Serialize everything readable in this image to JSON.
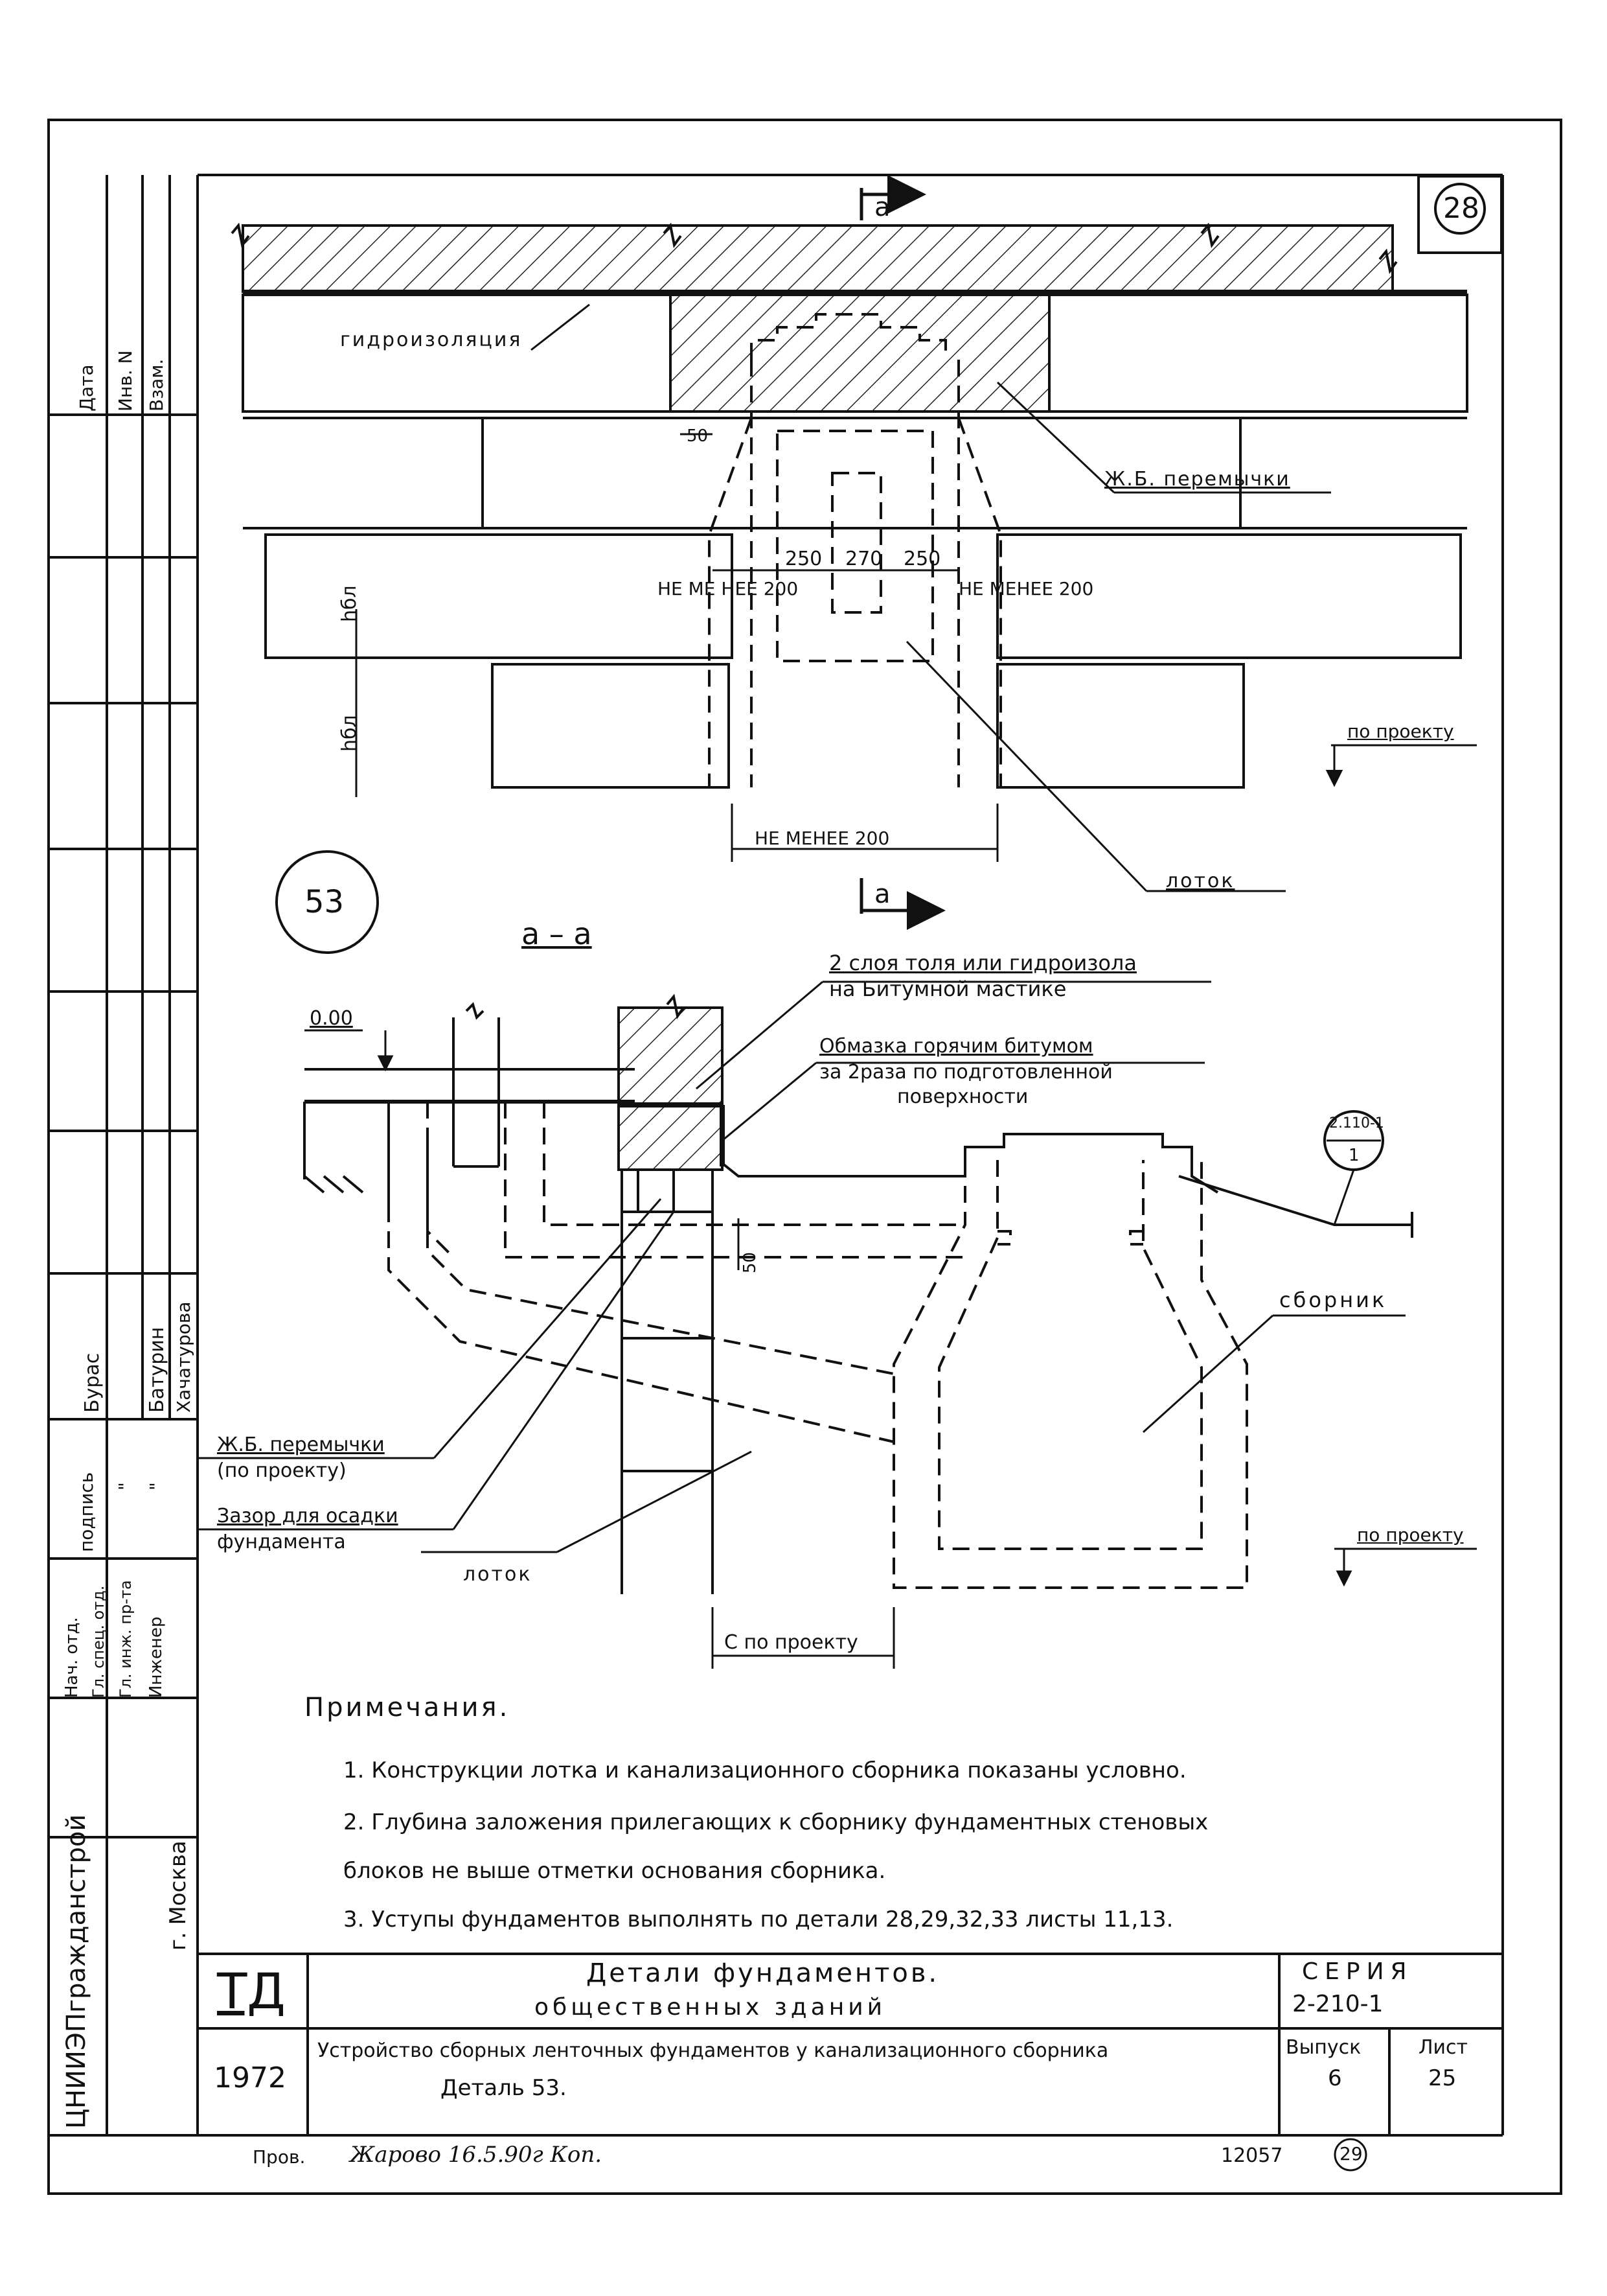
{
  "sheet_badge": "28",
  "detail_circle": "53",
  "section": {
    "mark_top": "а",
    "mark_bottom": "а",
    "title": "а – а"
  },
  "plan_labels": {
    "hydro": "гидроизоляция",
    "lintels": "Ж.Б. перемычки",
    "dim_50": "50",
    "dim_250a": "250",
    "dim_270": "270",
    "dim_250b": "250",
    "min200_left": "НЕ МЕ НЕЕ 200",
    "min200_right": "НЕ МЕНЕЕ 200",
    "hbl_1": "hбл",
    "hbl_2": "hбл",
    "min200_bottom": "НЕ МЕНЕЕ 200",
    "po_proektu": "по проекту",
    "lotok": "лоток"
  },
  "section_labels": {
    "layers_1": "2 слоя толя или гидроизола",
    "layers_2": "на Битумной мастике",
    "coating_1": "Обмазка горячим битумом",
    "coating_2": "за 2раза по подготовленной",
    "coating_3": "поверхности",
    "level_000": "0.00",
    "ref_top": "2.110-1",
    "ref_bottom": "1",
    "sbornik": "сборник",
    "dim_50": "50",
    "lintels_1": "Ж.Б. перемычки",
    "lintels_2": "(по проекту)",
    "gap_1": "Зазор для осадки",
    "gap_2": "фундамента",
    "lotok": "лоток",
    "po_proektu": "по проекту",
    "c_po_proektu": "С по проекту"
  },
  "notes": {
    "heading": "Примечания.",
    "n1": "1. Конструкции лотка и канализационного сборника показаны условно.",
    "n2a": "2. Глубина заложения прилегающих к сборнику фундаментных стеновых",
    "n2b": "блоков не выше отметки основания сборника.",
    "n3": "3. Уступы фундаментов выполнять по детали 28,29,32,33 листы 11,13."
  },
  "side_strip": {
    "data": "Дата",
    "inv": "Инв. N",
    "vzam": "Взам.",
    "col_roles": [
      "Нач. отд.",
      "Гл. спец. отд.",
      "Гл. инж. пр-та",
      "Инженер"
    ],
    "col_sign": [
      "подпись",
      "\"",
      "\"",
      "\""
    ],
    "col_names": [
      "Бурас",
      "Батурин",
      "Хачатурова"
    ],
    "org": "ЦНИИЭПгражданстрой",
    "city": "г. Москва"
  },
  "title_block": {
    "logo": "ТД",
    "year": "1972",
    "title_1": "Детали фундаментов.",
    "title_2": "общественных зданий",
    "subtitle_1": "Устройство сборных ленточных фундаментов у канализационного сборника",
    "subtitle_2": "Деталь 53.",
    "series_label": "СЕРИЯ",
    "series_value": "2-210-1",
    "issue_label": "Выпуск",
    "issue_value": "6",
    "sheet_label": "Лист",
    "sheet_value": "25"
  },
  "footer": {
    "prov": "Пров.",
    "check_sign": "Жарово 16.5.90г Коп.",
    "number": "12057",
    "page_circle": "29"
  }
}
